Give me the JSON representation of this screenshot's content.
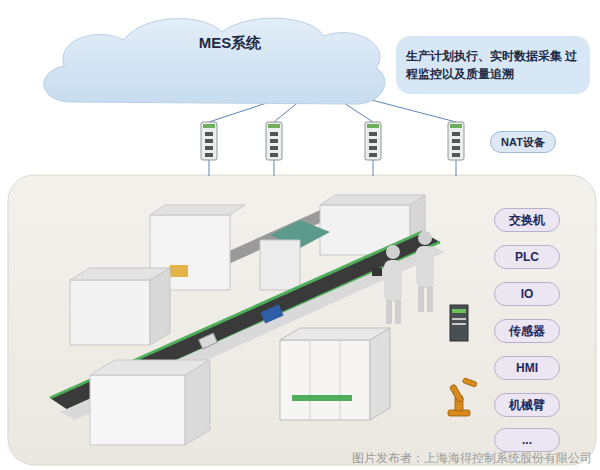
{
  "diagram": {
    "nodes": [
      {
        "text": [
          "MES系统"
        ]
      },
      {
        "text": [
          "生产计划执行、实时数据采集 过程监控以及质量追溯"
        ]
      },
      {
        "text": [
          "NAT设备"
        ]
      },
      {
        "text": [
          "交换机"
        ]
      },
      {
        "text": [
          "PLC"
        ]
      },
      {
        "text": [
          "IO"
        ]
      },
      {
        "text": [
          "传感器"
        ]
      },
      {
        "text": [
          "HMI"
        ]
      },
      {
        "text": [
          "机械臂"
        ]
      },
      {
        "text": [
          "..."
        ]
      }
    ],
    "labels": [
      "图片发布者：上海海得控制系统股份有限公司"
    ]
  }
}
